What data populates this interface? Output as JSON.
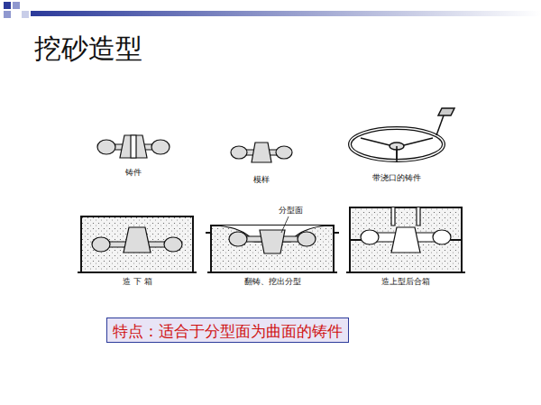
{
  "diagram": {
    "title": "挖砂造型",
    "nodes": [
      {
        "text": [
          "特点：适合于分型面为曲面的铸件"
        ]
      }
    ],
    "labels": [
      "铸件",
      "模样",
      "带浇口的铸件",
      "分型面",
      "造 下 箱",
      "翻铸、挖出分型",
      "造上型后合箱"
    ]
  }
}
